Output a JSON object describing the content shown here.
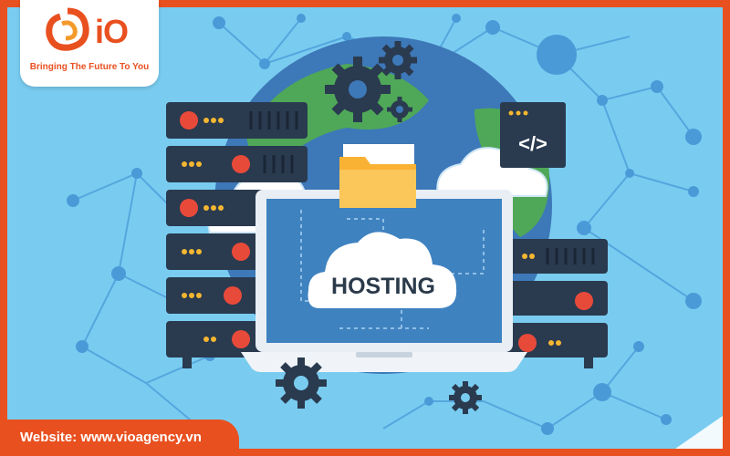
{
  "brand": {
    "name": "iO",
    "tagline": "Bringing The Future To You",
    "accent_color": "#e9501f",
    "logo_icon": "orange-swirl-mark"
  },
  "footer": {
    "website_label": "Website: www.vioagency.vn"
  },
  "illustration": {
    "center_label": "HOSTING",
    "code_symbol": "</>",
    "icons": [
      "globe-icon",
      "gear-icon",
      "folder-icon",
      "cloud-icon",
      "server-rack-icon",
      "code-window-icon",
      "laptop-icon",
      "network-graph"
    ],
    "colors": {
      "sky": "#79ccf0",
      "server_dark": "#2a3a4f",
      "globe_blue": "#3d78b8",
      "globe_green": "#4fa858",
      "laptop_screen": "#3f82c0",
      "folder": "#f9b233",
      "led_red": "#e84a3a",
      "led_yellow": "#f5b731"
    }
  }
}
